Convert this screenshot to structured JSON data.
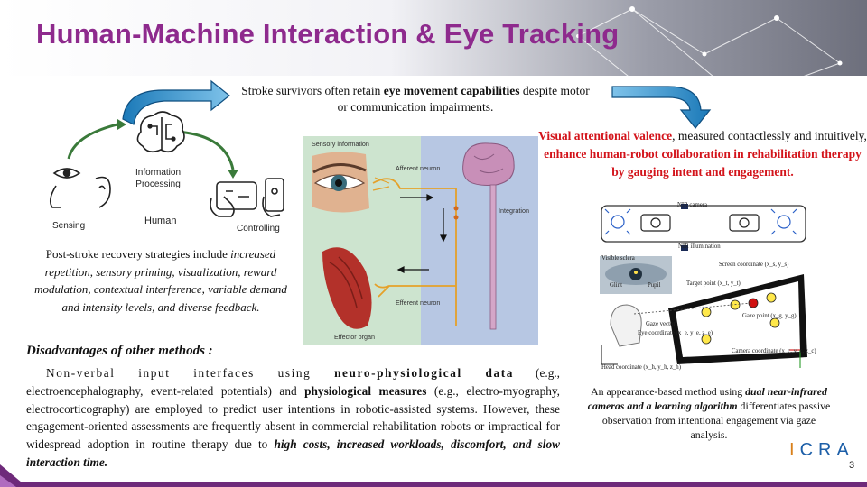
{
  "slide": {
    "title": "Human-Machine Interaction & Eye Tracking",
    "page_number": "3",
    "logo_text": "ICRA",
    "colors": {
      "title": "#8e2a8d",
      "highlight_red": "#d3141b",
      "arrow_blue": "#1b79b8",
      "arrow_green": "#3a7a3a",
      "footer_purple": "#6e2a7a"
    }
  },
  "human_loop": {
    "labels": {
      "sensing": "Sensing",
      "processing": "Information\nProcessing",
      "human": "Human",
      "controlling": "Controlling"
    },
    "icons": [
      "eye-icon",
      "nose-icon",
      "ear-icon",
      "brain-icon",
      "tablet-hand-icon",
      "phone-hand-icon"
    ]
  },
  "stroke": {
    "part1": "Stroke survivors often retain ",
    "bold": "eye movement capabilities",
    "part2": " despite motor or communication impairments."
  },
  "recovery": {
    "lead": "Post-stroke recovery strategies include",
    "italic": "increased repetition, sensory priming, visualization, reward modulation, contextual interference, variable demand and intensity levels, and diverse feedback."
  },
  "neuro_figure": {
    "labels": {
      "sensory": "Sensory information",
      "afferent": "Afferent neuron",
      "integration": "Integration",
      "efferent": "Efferent neuron",
      "effector": "Effector organ"
    }
  },
  "visual": {
    "red1": "Visual attentional valence",
    "plain1": ", measured contactlessly and intuitively, ",
    "red2": "enhance human-robot collaboration in rehabilitation therapy by gauging intent and engagement."
  },
  "gaze_figure": {
    "labels": {
      "nir_camera": "NIR camera",
      "nir_illumination": "NIR illumination",
      "visible_sclera": "Visible sclera",
      "glint": "Glint",
      "pupil": "Pupil",
      "screen_coordinate": "Screen coordinate (x_s, y_s)",
      "target_point": "Target point (x_t, y_t)",
      "gaze_point": "Gaze point (x_g, y_g)",
      "gaze_vector": "Gaze vector",
      "eye_coordinate": "Eye coordinate (x_e, y_e, z_e)",
      "head_coordinate": "Head coordinate (x_h, y_h, z_h)",
      "camera_coordinate": "Camera coordinate (x_c, y_c, z_c)"
    }
  },
  "appearance": {
    "p1": "An appearance-based method using ",
    "i1": "dual near-infrared cameras and a learning algorithm",
    "p2": " differentiates passive observation from intentional engagement via gaze analysis."
  },
  "disadvantages": {
    "heading": "Disadvantages of other methods :",
    "t1": "Non-verbal input interfaces using ",
    "b1": "neuro-physiological data",
    "t2": " (e.g., electroencephalography, event-related potentials) and ",
    "b2": "physiological measures",
    "t3": " (e.g., electro-myography, electrocorticography) are employed to predict user intentions in robotic-assisted systems. However, these engagement-oriented assessments are frequently absent in commercial rehabilitation robots or impractical for widespread adoption in routine therapy due to ",
    "bi": "high costs, increased workloads, discomfort, and slow interaction time."
  }
}
